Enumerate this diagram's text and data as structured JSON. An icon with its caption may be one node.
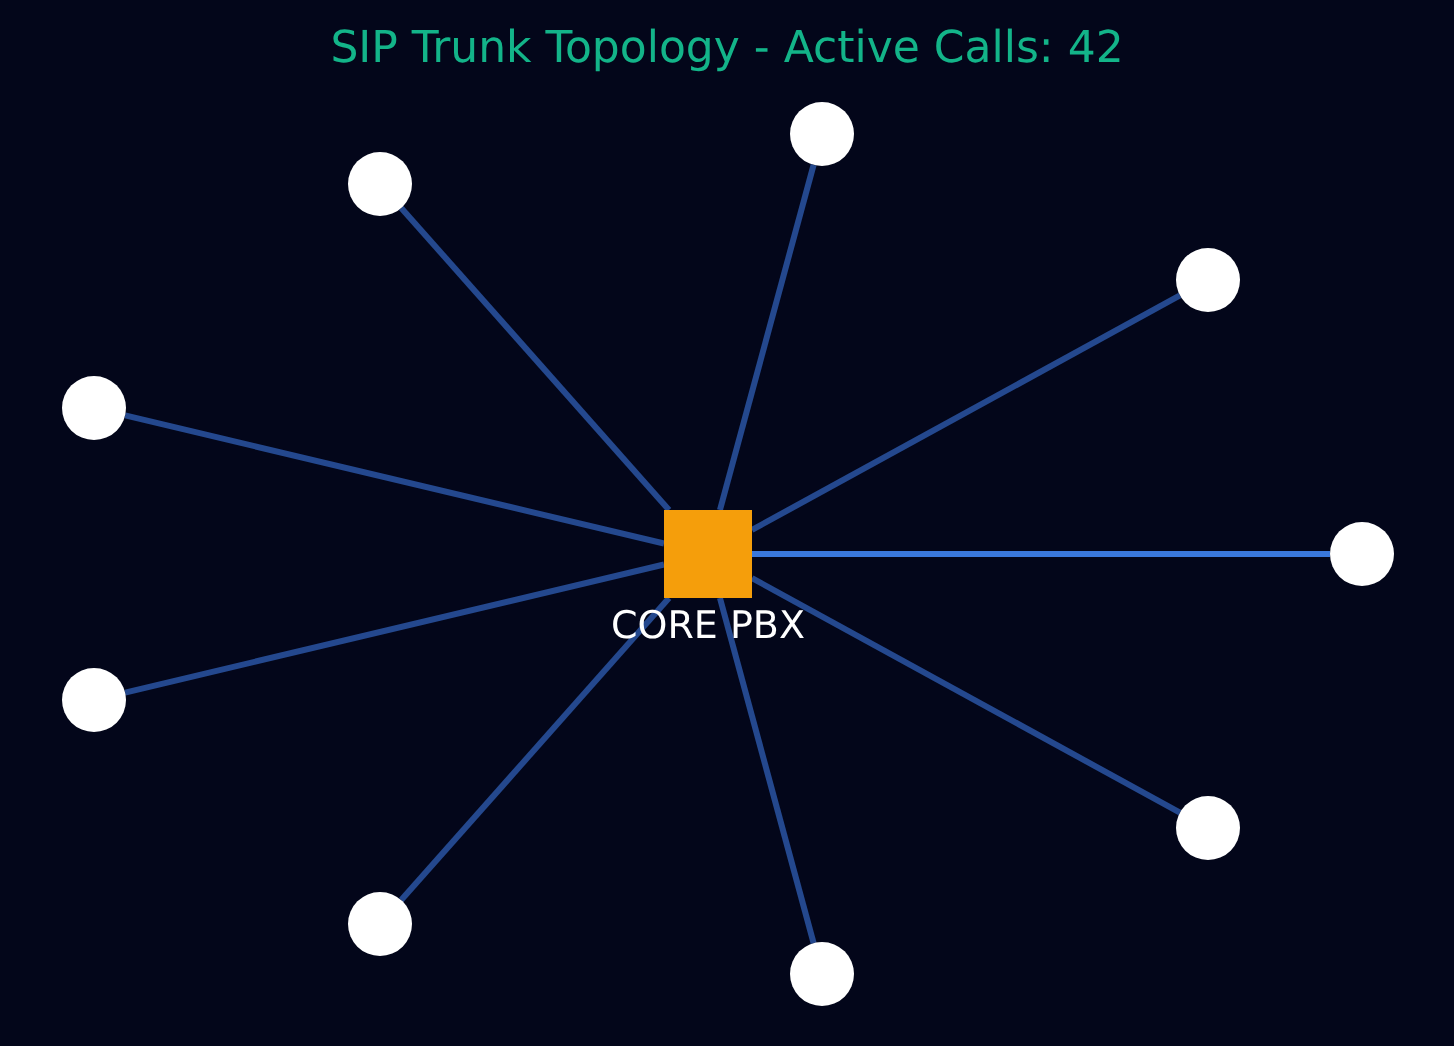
{
  "diagram": {
    "title": "SIP Trunk Topology - Active Calls: 42",
    "nodes": [
      {
        "text": [
          "CORE PBX"
        ]
      },
      {
        "text": [],
        "shape": "circle"
      },
      {
        "text": [],
        "shape": "circle"
      },
      {
        "text": [],
        "shape": "circle"
      },
      {
        "text": [],
        "shape": "circle"
      },
      {
        "text": [],
        "shape": "circle"
      },
      {
        "text": [],
        "shape": "circle"
      },
      {
        "text": [],
        "shape": "circle"
      },
      {
        "text": [],
        "shape": "circle"
      },
      {
        "text": [],
        "shape": "circle"
      }
    ],
    "edges": [
      {
        "from": 0,
        "to": 1,
        "arrow": "none"
      },
      {
        "from": 0,
        "to": 2,
        "arrow": "none"
      },
      {
        "from": 0,
        "to": 3,
        "arrow": "none"
      },
      {
        "from": 0,
        "to": 4,
        "arrow": "none"
      },
      {
        "from": 0,
        "to": 5,
        "arrow": "none",
        "color": "#3a78dc"
      },
      {
        "from": 0,
        "to": 6,
        "arrow": "none"
      },
      {
        "from": 0,
        "to": 7,
        "arrow": "none"
      },
      {
        "from": 0,
        "to": 8,
        "arrow": "none"
      },
      {
        "from": 0,
        "to": 9,
        "arrow": "none"
      }
    ]
  }
}
